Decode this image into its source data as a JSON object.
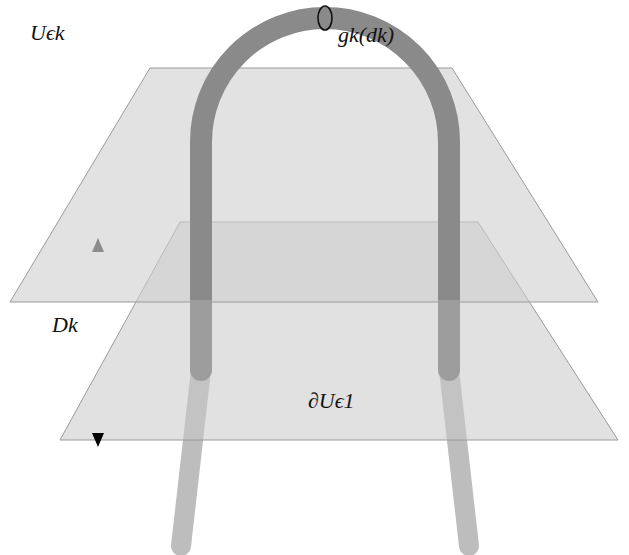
{
  "diagram": {
    "labels": [
      "Uϵk",
      "gk(dk)",
      "Dk",
      "∂Uϵ1"
    ]
  }
}
